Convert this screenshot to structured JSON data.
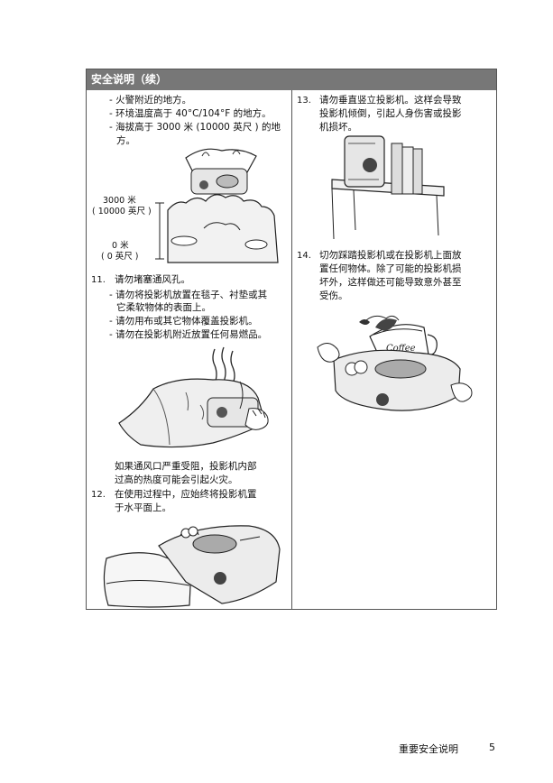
{
  "header": {
    "title": "安全说明（续）"
  },
  "left": {
    "bullets_top": [
      "- 火警附近的地方。",
      "- 环境温度高于 40°C/104°F 的地方。",
      "- 海拔高于 3000 米 (10000 英尺 ) 的地",
      "方。"
    ],
    "altitude_high_1": "3000 米",
    "altitude_high_2": "( 10000 英尺 )",
    "altitude_low_1": "0 米",
    "altitude_low_2": "( 0 英尺 )",
    "item11_num": "11.",
    "item11_title": "请勿堵塞通风孔。",
    "item11_bullets": [
      "- 请勿将投影机放置在毯子、衬垫或其",
      "它柔软物体的表面上。",
      "- 请勿用布或其它物体覆盖投影机。",
      "- 请勿在投影机附近放置任何易燃品。"
    ],
    "item11_note": [
      "如果通风口严重受阻，投影机内部",
      "过高的热度可能会引起火灾。"
    ],
    "item12_num": "12.",
    "item12_text": [
      "在使用过程中，应始终将投影机置",
      "于水平面上。"
    ]
  },
  "right": {
    "item13_num": "13.",
    "item13_text": [
      "请勿垂直竖立投影机。这样会导致",
      "投影机倾倒，引起人身伤害或投影",
      "机损坏。"
    ],
    "item14_num": "14.",
    "item14_text": [
      "切勿踩踏投影机或在投影机上面放",
      "置任何物体。除了可能的投影机损",
      "坏外，这样做还可能导致意外甚至",
      "受伤。"
    ],
    "coffee_label": "Coffee"
  },
  "footer": {
    "section": "重要安全说明",
    "page": "5"
  }
}
